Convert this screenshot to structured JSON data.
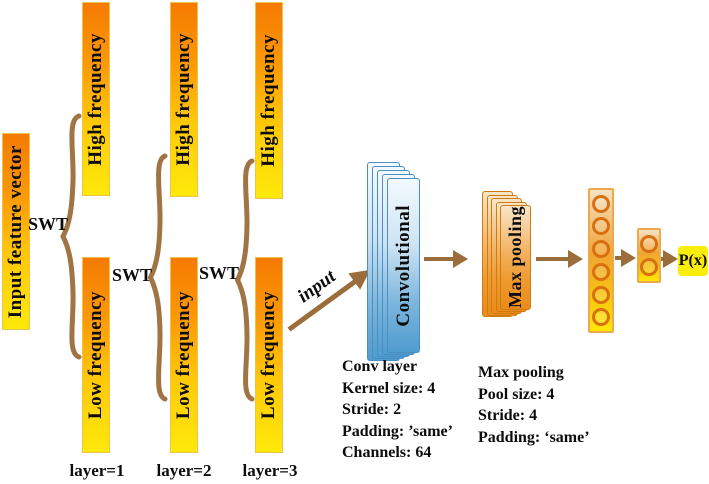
{
  "figure": {
    "type": "wavelet-cnn-architecture-diagram",
    "input_bar_label": "Input feature vector",
    "swt_label": "SWT",
    "input_arrow_label": "input",
    "layers": [
      {
        "high_label": "High frequency",
        "low_label": "Low frequency",
        "caption": "layer=1"
      },
      {
        "high_label": "High frequency",
        "low_label": "Low frequency",
        "caption": "layer=2"
      },
      {
        "high_label": "High frequency",
        "low_label": "Low frequency",
        "caption": "layer=3"
      }
    ],
    "conv_stack_label": "Convolutional",
    "maxpool_stack_label": "Max pooling",
    "dense_layers": [
      {
        "neurons": 6
      },
      {
        "neurons": 2
      }
    ],
    "output_label": "P(x)",
    "conv_params": {
      "title": "Conv layer",
      "lines": [
        "Kernel size: 4",
        "Stride: 2",
        "Padding: ’same’",
        "Channels: 64"
      ]
    },
    "pool_params": {
      "title": "Max pooling",
      "lines": [
        "Pool size: 4",
        "Stride: 4",
        "Padding: ‘same’"
      ]
    },
    "colors": {
      "bar_orange_top": "#f57a02",
      "bar_yellow_bottom": "#ffe90a",
      "conv_blue": "#4f9ccf",
      "pool_orange": "#ea8b1b",
      "brace_arrow_brown": "#9b6d3a",
      "output_yellow": "#f9ed0c"
    }
  }
}
